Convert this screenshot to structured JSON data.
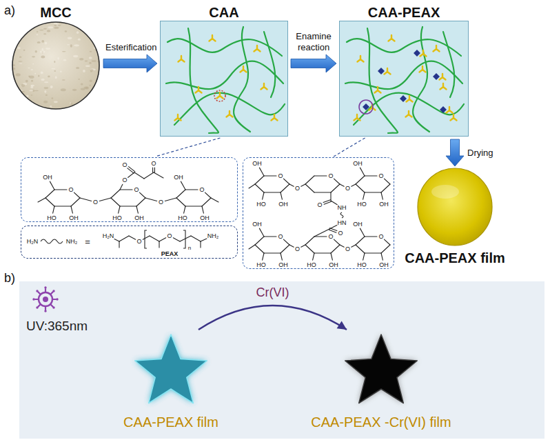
{
  "diagram": {
    "nodes": [
      {
        "text": [
          "MCC"
        ]
      },
      {
        "text": [
          "CAA"
        ]
      },
      {
        "text": [
          "CAA-PEAX"
        ]
      },
      {
        "text": [
          "CAA-PEAX film"
        ]
      },
      {
        "text": [
          "O",
          "O",
          "O",
          "O",
          "OH",
          "HO",
          "OH",
          "O",
          "O",
          "HO",
          "OH",
          "O",
          "O",
          "OH",
          "HO",
          "OH"
        ]
      },
      {
        "text": [
          "H₂N",
          "NH₂",
          "=",
          "H₂N",
          "O",
          "O",
          "n",
          "NH₂",
          "PEAX"
        ]
      },
      {
        "text": [
          "O",
          "OH",
          "HO",
          "OH",
          "O",
          "O",
          "O",
          "O",
          "OH",
          "HO",
          "OH",
          "O",
          "NH",
          "HN",
          "O",
          "O",
          "OH",
          "HO",
          "OH",
          "O",
          "O",
          "HO",
          "OH",
          "O",
          "O",
          "OH",
          "HO",
          "OH"
        ]
      },
      {
        "text": [
          "UV:365nm"
        ]
      },
      {
        "text": [
          "CAA-PEAX film"
        ],
        "in": 7
      },
      {
        "text": [
          "CAA-PEAX -Cr(VI) film"
        ],
        "in": 7
      }
    ],
    "edges": [
      {
        "from": 0,
        "to": 1,
        "label": "Esterification",
        "arrow": "to"
      },
      {
        "from": 1,
        "to": 2,
        "label": "Enamine reaction",
        "arrow": "to"
      },
      {
        "from": 2,
        "to": 3,
        "label": "Drying",
        "arrow": "to"
      },
      {
        "from": 1,
        "to": 4,
        "arrow": "none"
      },
      {
        "from": 2,
        "to": 6,
        "arrow": "none"
      },
      {
        "from": 8,
        "to": 9,
        "label": "Cr(VI)",
        "arrow": "to"
      }
    ],
    "labels": [
      "a)",
      "b)"
    ]
  }
}
